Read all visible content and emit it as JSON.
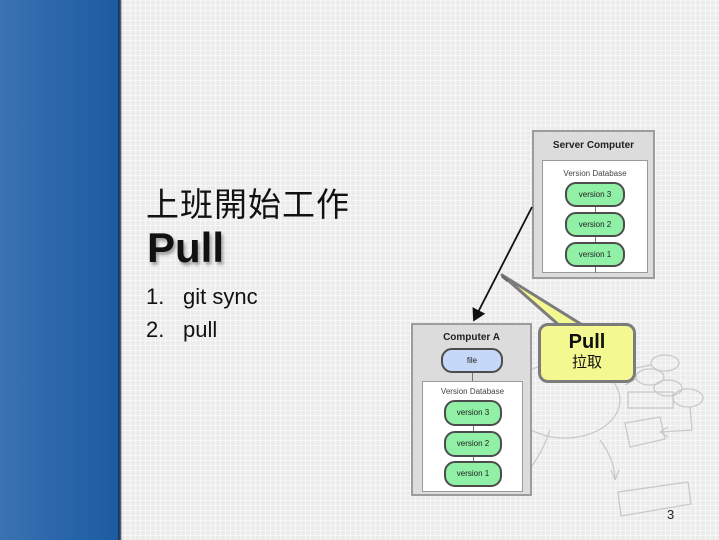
{
  "slide": {
    "title_cn": "上班開始工作",
    "title_en": "Pull",
    "steps": [
      {
        "number": "1.",
        "text": "git sync"
      },
      {
        "number": "2.",
        "text": "pull"
      }
    ],
    "page_number": "3"
  },
  "diagram": {
    "server": {
      "title": "Server Computer",
      "database_label": "Version Database",
      "versions": [
        "version 3",
        "version 2",
        "version 1"
      ]
    },
    "client": {
      "title": "Computer A",
      "file_label": "file",
      "database_label": "Version Database",
      "versions": [
        "version 3",
        "version 2",
        "version 1"
      ]
    },
    "callout": {
      "title": "Pull",
      "subtitle": "拉取"
    }
  },
  "colors": {
    "sidebar": "#2b66aa",
    "version_fill": "#8ff0a6",
    "file_fill": "#c5d8f7",
    "callout_fill": "#f4f890"
  }
}
